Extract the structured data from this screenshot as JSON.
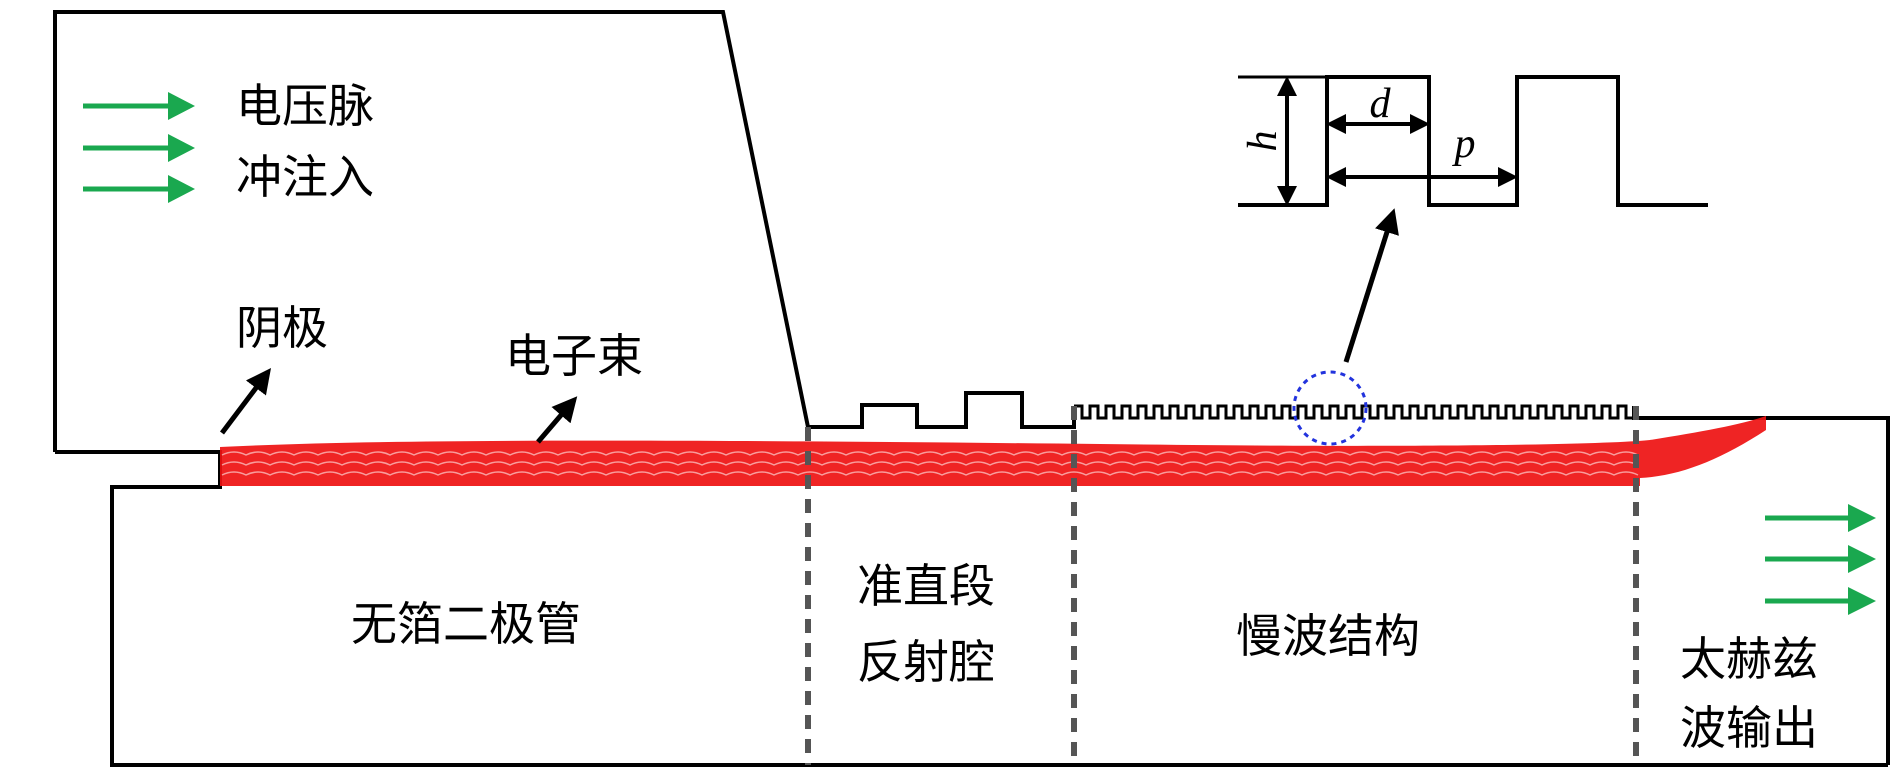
{
  "labels": {
    "voltage_line1": "电压脉",
    "voltage_line2": "冲注入",
    "cathode": "阴极",
    "electron_beam": "电子束",
    "foilless_diode": "无箔二极管",
    "reflector_line1": "准直段",
    "reflector_line2": "反射腔",
    "sws": "慢波结构",
    "thz_line1": "太赫兹",
    "thz_line2": "波输出",
    "dim_h": "h",
    "dim_d": "d",
    "dim_p": "p"
  },
  "colors": {
    "outline": "#000000",
    "arrow_green": "#1aa84f",
    "beam_red": "#ee1111",
    "highlight_circle": "#2233dd",
    "divider": "#555555"
  }
}
